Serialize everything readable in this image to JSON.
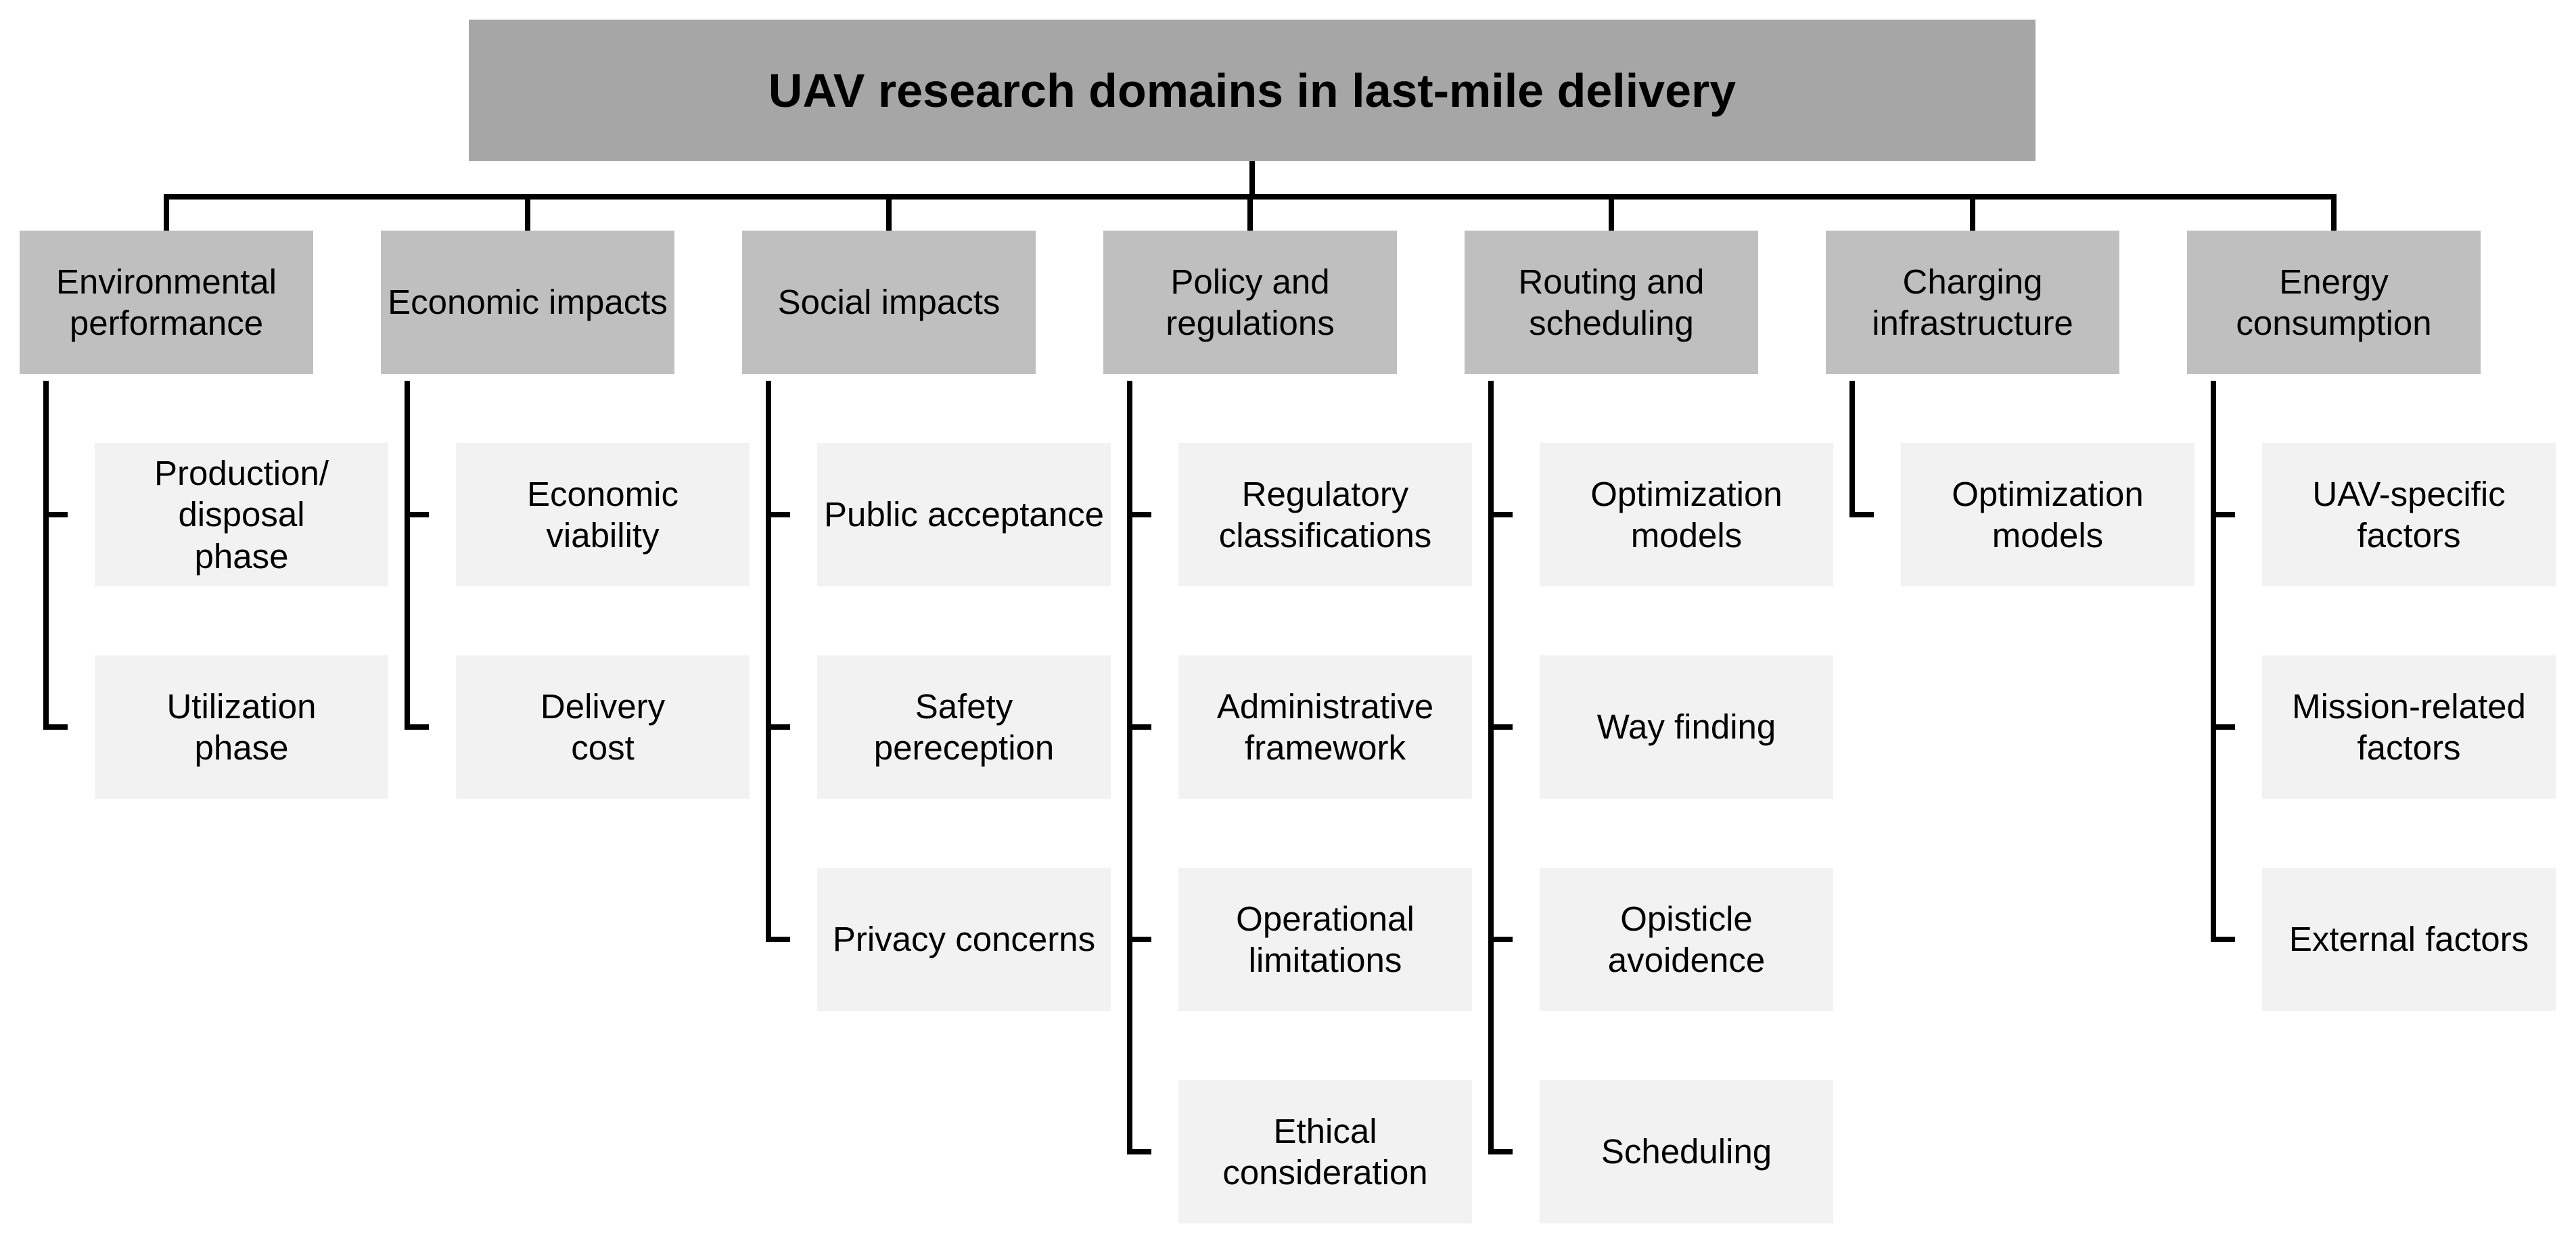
{
  "title": "UAV research domains in last-mile delivery",
  "categories": [
    {
      "label": "Environmental\nperformance",
      "items": [
        "Production/\ndisposal\nphase",
        "Utilization\nphase"
      ]
    },
    {
      "label": "Economic impacts",
      "items": [
        "Economic\nviability",
        "Delivery\ncost"
      ]
    },
    {
      "label": "Social impacts",
      "items": [
        "Public acceptance",
        "Safety pereception",
        "Privacy concerns"
      ]
    },
    {
      "label": "Policy and\nregulations",
      "items": [
        "Regulatory\nclassifications",
        "Administrative\nframework",
        "Operational\nlimitations",
        "Ethical\nconsideration"
      ]
    },
    {
      "label": "Routing and\nscheduling",
      "items": [
        "Optimization\nmodels",
        "Way finding",
        "Opisticle avoidence",
        "Scheduling"
      ]
    },
    {
      "label": "Charging\ninfrastructure",
      "items": [
        "Optimization\nmodels"
      ]
    },
    {
      "label": "Energy\nconsumption",
      "items": [
        "UAV-specific\nfactors",
        "Mission-related\nfactors",
        "External factors"
      ]
    }
  ],
  "colors": {
    "root_fill": "#a6a6a6",
    "category_fill": "#bfbfbf",
    "item_fill": "#f2f2f2",
    "connector": "#000000"
  }
}
